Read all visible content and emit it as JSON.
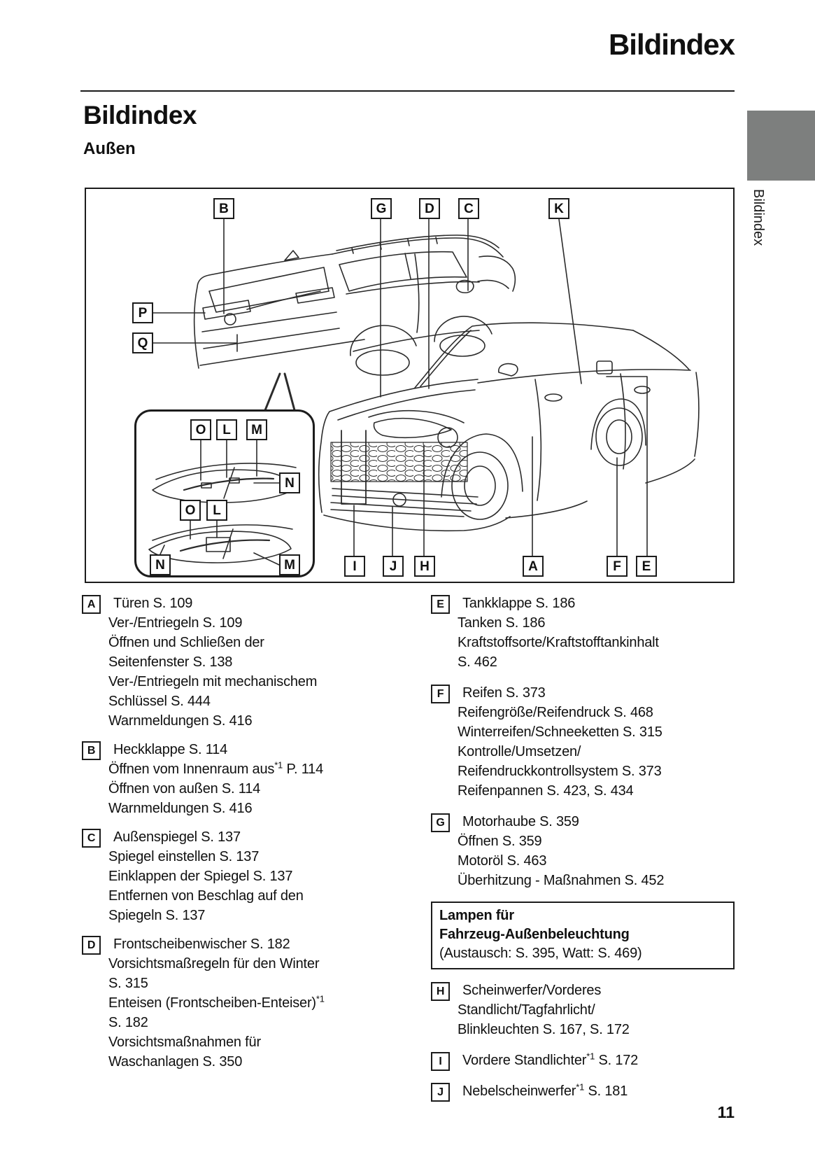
{
  "page": {
    "header_title": "Bildindex",
    "heading": "Bildindex",
    "subheading": "Außen",
    "side_tab": "Bildindex",
    "page_number": "11",
    "tab_color": "#7d7f7e"
  },
  "diagram": {
    "labels": [
      {
        "letter": "B"
      },
      {
        "letter": "G"
      },
      {
        "letter": "D"
      },
      {
        "letter": "C"
      },
      {
        "letter": "K"
      },
      {
        "letter": "P"
      },
      {
        "letter": "Q"
      },
      {
        "letter": "O"
      },
      {
        "letter": "L"
      },
      {
        "letter": "M"
      },
      {
        "letter": "N"
      },
      {
        "letter": "O"
      },
      {
        "letter": "L"
      },
      {
        "letter": "N"
      },
      {
        "letter": "M"
      },
      {
        "letter": "I"
      },
      {
        "letter": "J"
      },
      {
        "letter": "H"
      },
      {
        "letter": "A"
      },
      {
        "letter": "F"
      },
      {
        "letter": "E"
      }
    ]
  },
  "index": {
    "left": [
      {
        "type": "section",
        "letter": "A",
        "lines": [
          [
            {
              "t": "Türen S. 109"
            }
          ],
          [
            {
              "t": "Ver-/Entriegeln S. 109"
            }
          ],
          [
            {
              "t": "Öffnen und Schließen der"
            }
          ],
          [
            {
              "t": "Seitenfenster S. 138"
            }
          ],
          [
            {
              "t": "Ver-/Entriegeln mit mechanischem"
            }
          ],
          [
            {
              "t": "Schlüssel S. 444"
            }
          ],
          [
            {
              "t": "Warnmeldungen S. 416"
            }
          ]
        ]
      },
      {
        "type": "section",
        "letter": "B",
        "lines": [
          [
            {
              "t": "Heckklappe S. 114"
            }
          ],
          [
            {
              "t": "Öffnen vom Innenraum aus"
            },
            {
              "sup": "*1"
            },
            {
              "t": " P. 114"
            }
          ],
          [
            {
              "t": "Öffnen von außen S. 114"
            }
          ],
          [
            {
              "t": "Warnmeldungen S. 416"
            }
          ]
        ]
      },
      {
        "type": "section",
        "letter": "C",
        "lines": [
          [
            {
              "t": "Außenspiegel S. 137"
            }
          ],
          [
            {
              "t": "Spiegel einstellen S. 137"
            }
          ],
          [
            {
              "t": "Einklappen der Spiegel S. 137"
            }
          ],
          [
            {
              "t": "Entfernen von Beschlag auf den"
            }
          ],
          [
            {
              "t": "Spiegeln S. 137"
            }
          ]
        ]
      },
      {
        "type": "section",
        "letter": "D",
        "lines": [
          [
            {
              "t": "Frontscheibenwischer S. 182"
            }
          ],
          [
            {
              "t": "Vorsichtsmaßregeln für den Winter"
            }
          ],
          [
            {
              "t": "S. 315"
            }
          ],
          [
            {
              "t": "Enteisen (Frontscheiben-Enteiser)"
            },
            {
              "sup": "*1"
            }
          ],
          [
            {
              "t": "S. 182"
            }
          ],
          [
            {
              "t": "Vorsichtsmaßnahmen für"
            }
          ],
          [
            {
              "t": "Waschanlagen S. 350"
            }
          ]
        ]
      }
    ],
    "right": [
      {
        "type": "section",
        "letter": "E",
        "lines": [
          [
            {
              "t": "Tankklappe S. 186"
            }
          ],
          [
            {
              "t": "Tanken S. 186"
            }
          ],
          [
            {
              "t": "Kraftstoffsorte/Kraftstofftankinhalt"
            }
          ],
          [
            {
              "t": "S. 462"
            }
          ]
        ]
      },
      {
        "type": "section",
        "letter": "F",
        "lines": [
          [
            {
              "t": "Reifen S. 373"
            }
          ],
          [
            {
              "t": "Reifengröße/Reifendruck S. 468"
            }
          ],
          [
            {
              "t": "Winterreifen/Schneeketten S. 315"
            }
          ],
          [
            {
              "t": "Kontrolle/Umsetzen/"
            }
          ],
          [
            {
              "t": "Reifendruckkontrollsystem S. 373"
            }
          ],
          [
            {
              "t": "Reifenpannen S. 423, S. 434"
            }
          ]
        ]
      },
      {
        "type": "section",
        "letter": "G",
        "lines": [
          [
            {
              "t": "Motorhaube S. 359"
            }
          ],
          [
            {
              "t": "Öffnen S. 359"
            }
          ],
          [
            {
              "t": "Motoröl S. 463"
            }
          ],
          [
            {
              "t": "Überhitzung - Maßnahmen S. 452"
            }
          ]
        ]
      },
      {
        "type": "box",
        "lines": [
          {
            "bold": true,
            "t": "Lampen für"
          },
          {
            "bold": true,
            "t": "Fahrzeug-Außenbeleuchtung"
          },
          {
            "bold": false,
            "t": "(Austausch: S. 395, Watt: S. 469)"
          }
        ]
      },
      {
        "type": "section",
        "letter": "H",
        "lines": [
          [
            {
              "t": "Scheinwerfer/Vorderes"
            }
          ],
          [
            {
              "t": "Standlicht/Tagfahrlicht/"
            }
          ],
          [
            {
              "t": "Blinkleuchten S. 167, S. 172"
            }
          ]
        ]
      },
      {
        "type": "section",
        "letter": "I",
        "lines": [
          [
            {
              "t": "Vordere Standlichter"
            },
            {
              "sup": "*1"
            },
            {
              "t": " S. 172"
            }
          ]
        ]
      },
      {
        "type": "section",
        "letter": "J",
        "lines": [
          [
            {
              "t": "Nebelscheinwerfer"
            },
            {
              "sup": "*1"
            },
            {
              "t": " S. 181"
            }
          ]
        ]
      }
    ]
  }
}
